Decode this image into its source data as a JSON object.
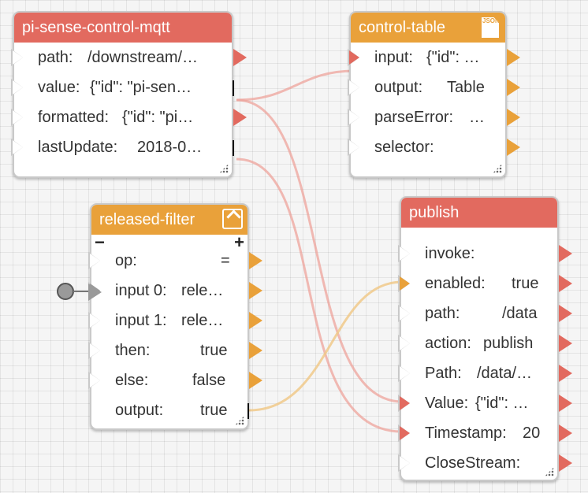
{
  "nodes": {
    "pi_sense": {
      "title": "pi-sense-control-mqtt",
      "rows": [
        {
          "label": "path:",
          "value": "/downstream/…"
        },
        {
          "label": "value:",
          "value": "{\"id\": \"pi-sen…"
        },
        {
          "label": "formatted:",
          "value": "{\"id\": \"pi…"
        },
        {
          "label": "lastUpdate:",
          "value": "2018-0…"
        }
      ]
    },
    "control_table": {
      "title": "control-table",
      "icon": "json-file-icon",
      "icon_text": "JSON",
      "rows": [
        {
          "label": "input:",
          "value": "{\"id\": …"
        },
        {
          "label": "output:",
          "value": "Table"
        },
        {
          "label": "parseError:",
          "value": "…"
        },
        {
          "label": "selector:",
          "value": ""
        }
      ]
    },
    "released_filter": {
      "title": "released-filter",
      "icon": "filter-icon",
      "minus": "−",
      "plus": "+",
      "rows": [
        {
          "label": "op:",
          "value": "="
        },
        {
          "label": "input 0:",
          "value": "rele…"
        },
        {
          "label": "input 1:",
          "value": "rele…"
        },
        {
          "label": "then:",
          "value": "true"
        },
        {
          "label": "else:",
          "value": "false"
        },
        {
          "label": "output:",
          "value": "true"
        }
      ]
    },
    "publish": {
      "title": "publish",
      "rows": [
        {
          "label": "invoke:",
          "value": ""
        },
        {
          "label": "enabled:",
          "value": "true"
        },
        {
          "label": "path:",
          "value": "/data"
        },
        {
          "label": "action:",
          "value": "publish"
        },
        {
          "label": "Path:",
          "value": "/data/…"
        },
        {
          "label": "Value:",
          "value": "{\"id\": …"
        },
        {
          "label": "Timestamp:",
          "value": "20"
        },
        {
          "label": "CloseStream:",
          "value": ""
        }
      ]
    }
  },
  "colors": {
    "header_red": "#e26a5f",
    "header_orange": "#e9a13a",
    "wire_red": "#eda39b",
    "wire_orange": "#f0c98a"
  }
}
